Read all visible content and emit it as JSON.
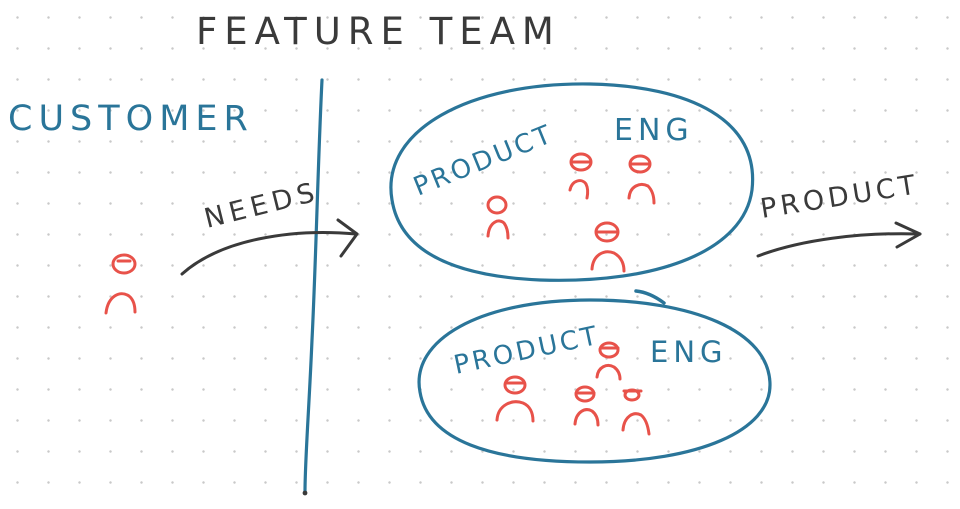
{
  "title": "FEATURE TEAM",
  "customer_label": "CUSTOMER",
  "needs_label": "NEEDS",
  "product_label": "PRODUCT",
  "team_1": {
    "product_label": "PRODUCT",
    "eng_label": "ENG"
  },
  "team_2": {
    "product_label": "PRODUCT",
    "eng_label": "ENG"
  },
  "colors": {
    "ink_blue": "#2a7599",
    "ink_black": "#3a3a3a",
    "ink_red": "#e8524a",
    "dot_grid": "#c9c9c9"
  },
  "icons": [
    "person-icon",
    "arrow-icon"
  ]
}
